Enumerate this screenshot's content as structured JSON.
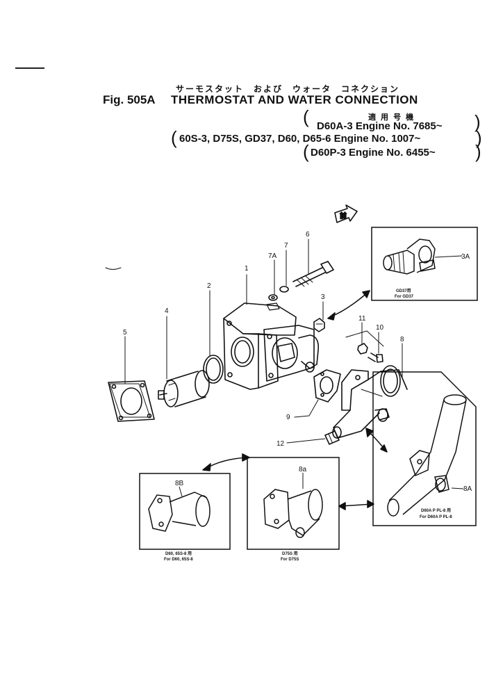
{
  "header": {
    "jp_title": "サーモスタット　および　ウォータ　コネクション",
    "fig_label": "Fig. 505A",
    "title": "THERMOSTAT AND WATER CONNECTION",
    "applicable_jp": "適 用 号 機",
    "applicability": [
      "D60A-3 Engine No. 7685~",
      "60S-3, D75S, GD37, D60, D65-6 Engine No. 1007~",
      "D60P-3 Engine No. 6455~"
    ]
  },
  "parts": {
    "p1": "1",
    "p2": "2",
    "p3": "3",
    "p3a": "3A",
    "p4": "4",
    "p5": "5",
    "p6": "6",
    "p7": "7",
    "p7a": "7A",
    "p8": "8",
    "p8a_main": "8A",
    "p8a_box": "8a",
    "p8b": "8B",
    "p9": "9",
    "p10": "10",
    "p11": "11",
    "p12": "12"
  },
  "insets": {
    "gd37": {
      "line1": "GD37用",
      "line2": "For GD37"
    },
    "d60ap": {
      "line1": "D60A P PL-8 用",
      "line2": "For D60A P PL-8"
    },
    "d75s": {
      "line1": "D75S 用",
      "line2": "For D75S"
    },
    "d60": {
      "line1": "D60, 65S-8 用",
      "line2": "For D60, 65S-8"
    }
  },
  "direction_label": "前"
}
